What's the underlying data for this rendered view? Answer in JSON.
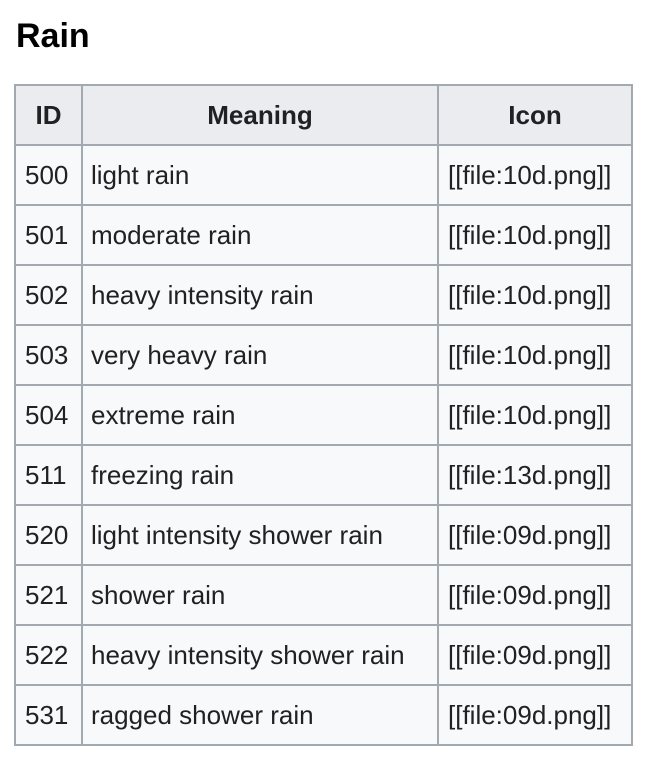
{
  "section": {
    "title": "Rain"
  },
  "table": {
    "headers": {
      "id": "ID",
      "meaning": "Meaning",
      "icon": "Icon"
    },
    "rows": [
      {
        "id": "500",
        "meaning": "light rain",
        "icon": "[[file:10d.png]]"
      },
      {
        "id": "501",
        "meaning": "moderate rain",
        "icon": "[[file:10d.png]]"
      },
      {
        "id": "502",
        "meaning": "heavy intensity rain",
        "icon": "[[file:10d.png]]"
      },
      {
        "id": "503",
        "meaning": "very heavy rain",
        "icon": "[[file:10d.png]]"
      },
      {
        "id": "504",
        "meaning": "extreme rain",
        "icon": "[[file:10d.png]]"
      },
      {
        "id": "511",
        "meaning": "freezing rain",
        "icon": "[[file:13d.png]]"
      },
      {
        "id": "520",
        "meaning": "light intensity shower rain",
        "icon": "[[file:09d.png]]"
      },
      {
        "id": "521",
        "meaning": "shower rain",
        "icon": "[[file:09d.png]]"
      },
      {
        "id": "522",
        "meaning": "heavy intensity shower rain",
        "icon": "[[file:09d.png]]"
      },
      {
        "id": "531",
        "meaning": "ragged shower rain",
        "icon": "[[file:09d.png]]"
      }
    ]
  }
}
